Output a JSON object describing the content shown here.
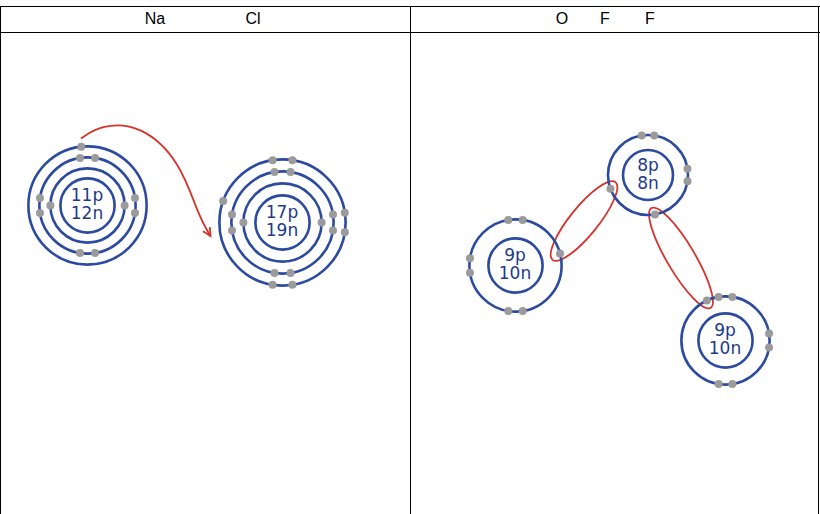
{
  "diagram": {
    "nodes": [
      {
        "text": [
          "11p",
          "12n"
        ]
      },
      {
        "text": [
          "17p",
          "19n"
        ]
      },
      {
        "text": [
          "9p",
          "10n"
        ]
      },
      {
        "text": [
          "8p",
          "8n"
        ]
      },
      {
        "text": [
          "9p",
          "10n"
        ]
      }
    ],
    "edges": [
      {
        "from": 0,
        "to": 1,
        "arrow": "to"
      }
    ],
    "labels": [
      "Na",
      "Cl",
      "O",
      "F",
      "F"
    ]
  }
}
